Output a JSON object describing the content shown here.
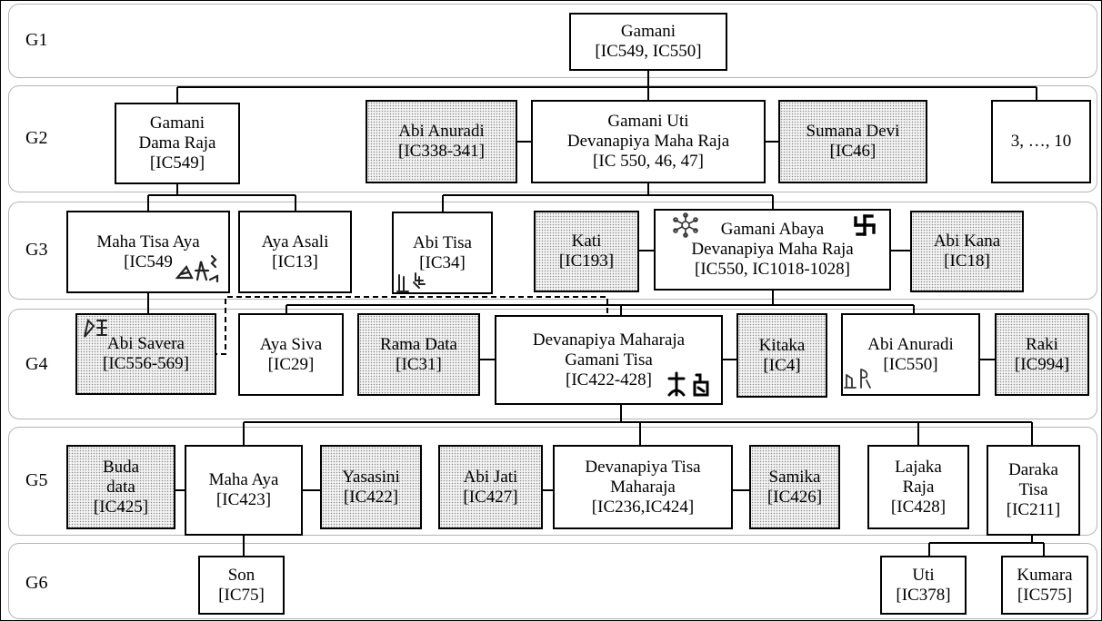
{
  "generations": [
    "G1",
    "G2",
    "G3",
    "G4",
    "G5",
    "G6"
  ],
  "nodes": {
    "gamani": {
      "lines": [
        "Gamani",
        "[IC549, IC550]"
      ],
      "spouse": false
    },
    "gamani_dama_raja": {
      "lines": [
        "Gamani",
        "Dama Raja",
        "[IC549]"
      ],
      "spouse": false
    },
    "abi_anuradi_g2": {
      "lines": [
        "Abi Anuradi",
        "[IC338-341]"
      ],
      "spouse": true
    },
    "gamani_uti": {
      "lines": [
        "Gamani Uti",
        "Devanapiya Maha Raja",
        "[IC 550, 46, 47]"
      ],
      "spouse": false
    },
    "sumana_devi": {
      "lines": [
        "Sumana Devi",
        "[IC46]"
      ],
      "spouse": true
    },
    "others": {
      "lines": [
        "3, …, 10"
      ],
      "spouse": false
    },
    "maha_tisa_aya": {
      "lines": [
        "Maha Tisa Aya",
        "[IC549"
      ],
      "spouse": false
    },
    "aya_asali": {
      "lines": [
        "Aya Asali",
        "[IC13]"
      ],
      "spouse": false
    },
    "abi_tisa": {
      "lines": [
        "Abi Tisa",
        "[IC34]"
      ],
      "spouse": false
    },
    "kati": {
      "lines": [
        "Kati",
        "[IC193]"
      ],
      "spouse": true
    },
    "gamani_abaya": {
      "lines": [
        "Gamani Abaya",
        "Devanapiya Maha Raja",
        "[IC550, IC1018-1028]"
      ],
      "spouse": false
    },
    "abi_kana": {
      "lines": [
        "Abi Kana",
        "[IC18]"
      ],
      "spouse": true
    },
    "abi_savera": {
      "lines": [
        "Abi Savera",
        "[IC556-569]"
      ],
      "spouse": true
    },
    "aya_siva": {
      "lines": [
        "Aya Siva",
        "[IC29]"
      ],
      "spouse": false
    },
    "rama_data": {
      "lines": [
        "Rama Data",
        "[IC31]"
      ],
      "spouse": true
    },
    "gamani_tisa": {
      "lines": [
        "Devanapiya Maharaja",
        "Gamani Tisa",
        "[IC422-428]"
      ],
      "spouse": false
    },
    "kitaka": {
      "lines": [
        "Kitaka",
        "[IC4]"
      ],
      "spouse": true
    },
    "abi_anuradi_g4": {
      "lines": [
        "Abi Anuradi",
        "[IC550]"
      ],
      "spouse": false
    },
    "raki": {
      "lines": [
        "Raki",
        "[IC994]"
      ],
      "spouse": true
    },
    "buda_data": {
      "lines": [
        "Buda",
        "data",
        "[IC425]"
      ],
      "spouse": true
    },
    "maha_aya": {
      "lines": [
        "Maha Aya",
        "[IC423]"
      ],
      "spouse": false
    },
    "yasasini": {
      "lines": [
        "Yasasini",
        "[IC422]"
      ],
      "spouse": true
    },
    "abi_jati": {
      "lines": [
        "Abi Jati",
        "[IC427]"
      ],
      "spouse": true
    },
    "devanapiya_tisa": {
      "lines": [
        "Devanapiya Tisa",
        "Maharaja",
        "[IC236,IC424]"
      ],
      "spouse": false
    },
    "samika": {
      "lines": [
        "Samika",
        "[IC426]"
      ],
      "spouse": true
    },
    "lajaka_raja": {
      "lines": [
        "Lajaka",
        "Raja",
        "[IC428]"
      ],
      "spouse": false
    },
    "daraka_tisa": {
      "lines": [
        "Daraka",
        "Tisa",
        "[IC211]"
      ],
      "spouse": false
    },
    "son": {
      "lines": [
        "Son",
        "[IC75]"
      ],
      "spouse": false
    },
    "uti": {
      "lines": [
        "Uti",
        "[IC378]"
      ],
      "spouse": false
    },
    "kumara": {
      "lines": [
        "Kumara",
        "[IC575]"
      ],
      "spouse": false
    }
  },
  "symbols": {
    "gamani_abaya_left": "six-armed-wheel-symbol",
    "gamani_abaya_right": "swastika-symbol"
  }
}
